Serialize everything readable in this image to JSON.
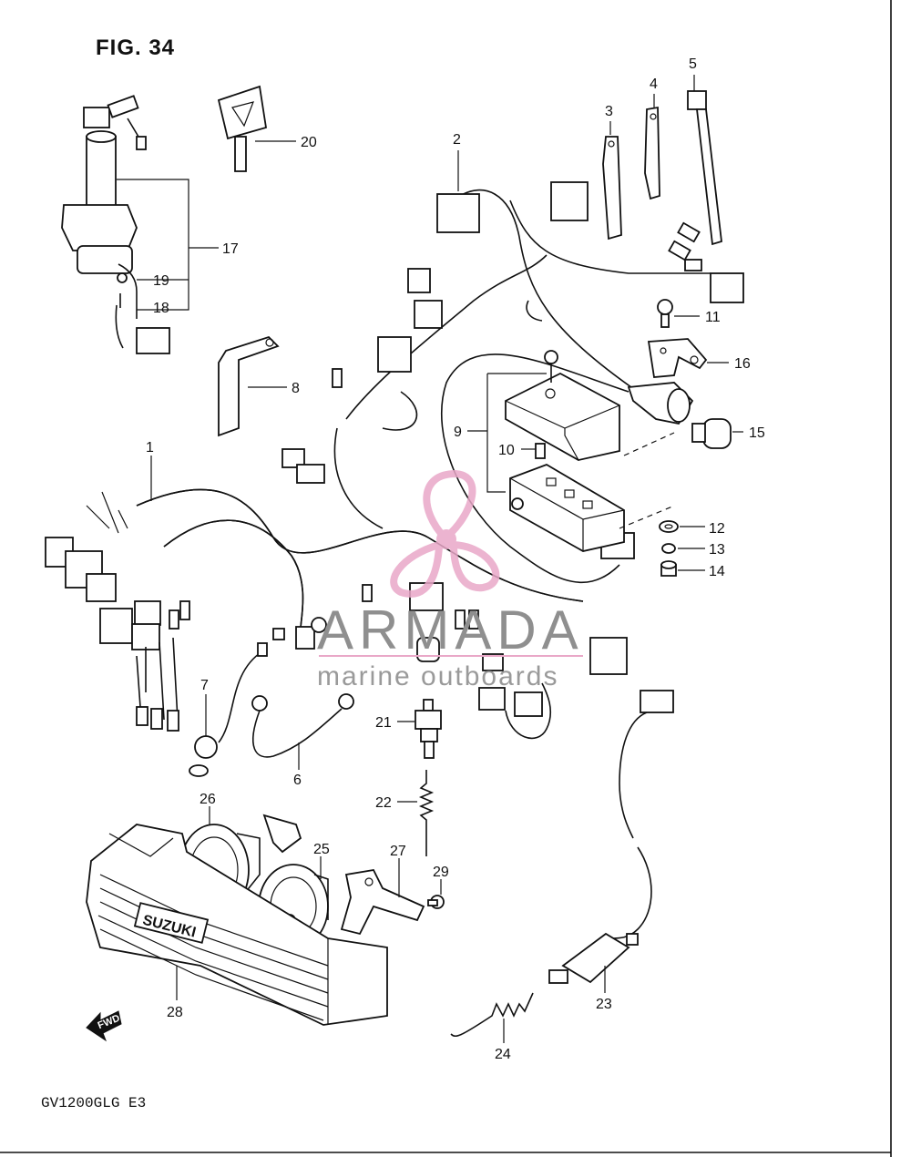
{
  "figure_title": "FIG. 34",
  "model_code": "GV1200GLG E3",
  "watermark": {
    "main": "ARMADA",
    "sub": "marine outboards"
  },
  "brand_mark": "SUZUKI",
  "forward_mark": "FWD",
  "colors": {
    "line": "#111111",
    "watermark_logo": "#e9a8c8",
    "watermark_text": "#8f8f8f"
  },
  "callouts": [
    {
      "id": "1",
      "label": "1"
    },
    {
      "id": "2",
      "label": "2"
    },
    {
      "id": "3",
      "label": "3"
    },
    {
      "id": "4",
      "label": "4"
    },
    {
      "id": "5",
      "label": "5"
    },
    {
      "id": "6",
      "label": "6"
    },
    {
      "id": "7",
      "label": "7"
    },
    {
      "id": "8",
      "label": "8"
    },
    {
      "id": "9",
      "label": "9"
    },
    {
      "id": "10",
      "label": "10"
    },
    {
      "id": "11",
      "label": "11"
    },
    {
      "id": "12",
      "label": "12"
    },
    {
      "id": "13",
      "label": "13"
    },
    {
      "id": "14",
      "label": "14"
    },
    {
      "id": "15",
      "label": "15"
    },
    {
      "id": "16",
      "label": "16"
    },
    {
      "id": "17",
      "label": "17"
    },
    {
      "id": "18",
      "label": "18"
    },
    {
      "id": "19",
      "label": "19"
    },
    {
      "id": "20",
      "label": "20"
    },
    {
      "id": "21",
      "label": "21"
    },
    {
      "id": "22",
      "label": "22"
    },
    {
      "id": "23",
      "label": "23"
    },
    {
      "id": "24",
      "label": "24"
    },
    {
      "id": "25",
      "label": "25"
    },
    {
      "id": "26",
      "label": "26"
    },
    {
      "id": "27",
      "label": "27"
    },
    {
      "id": "28",
      "label": "28"
    },
    {
      "id": "29",
      "label": "29"
    }
  ]
}
